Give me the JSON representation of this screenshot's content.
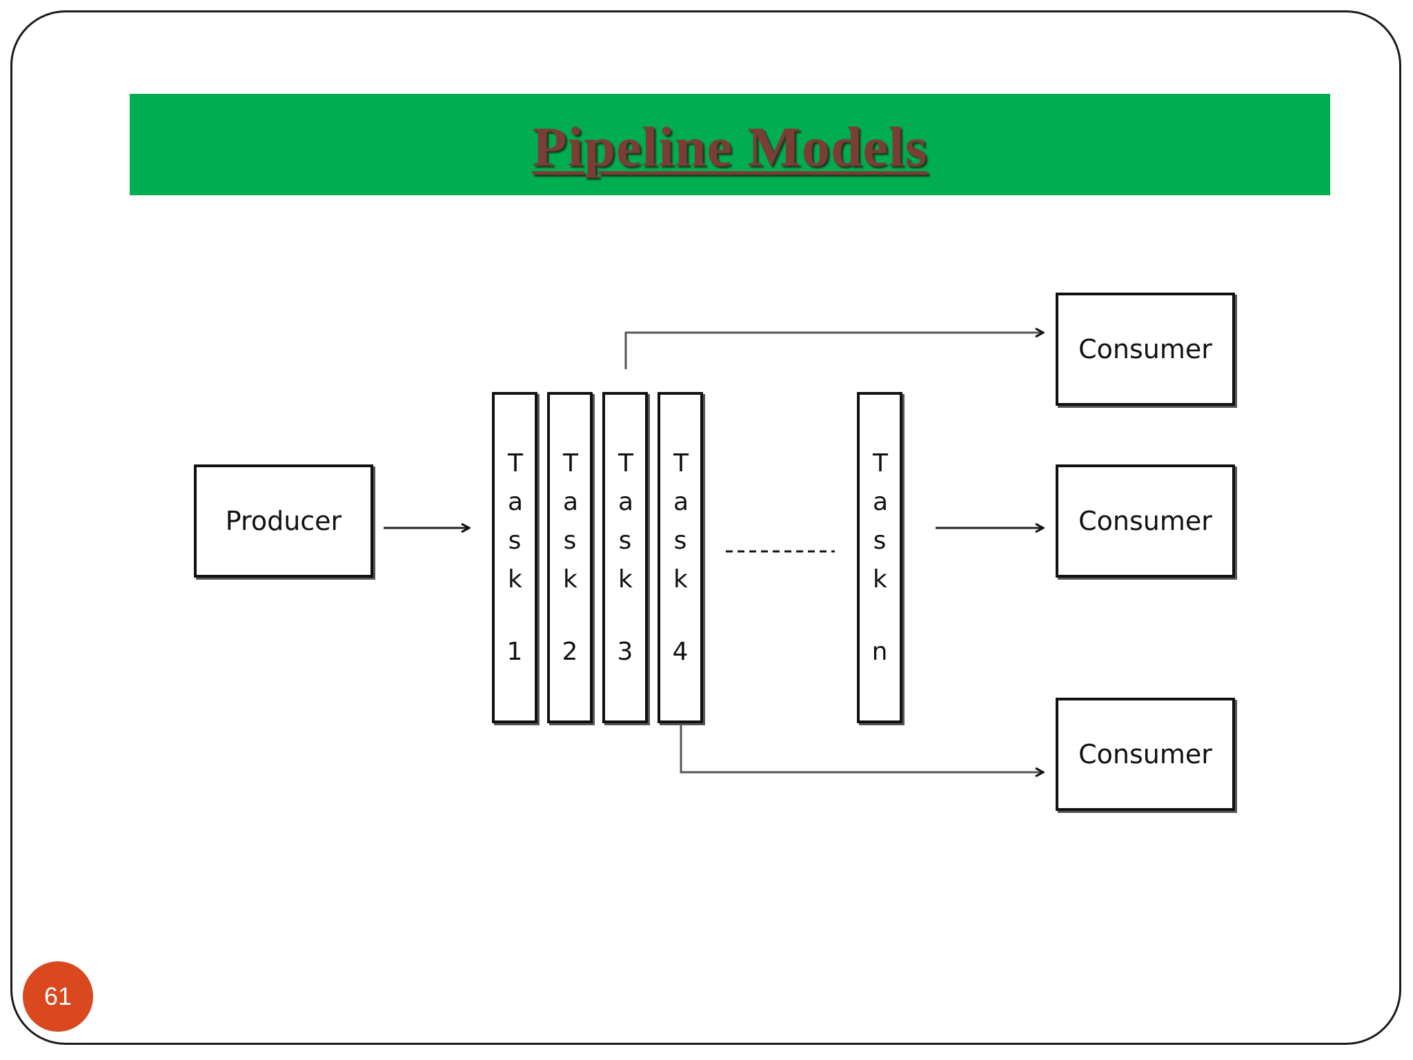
{
  "slide": {
    "title": "Pipeline Models",
    "page_number": "61"
  },
  "diagram": {
    "producer": "Producer",
    "tasks": [
      {
        "word": "Task",
        "num": "1"
      },
      {
        "word": "Task",
        "num": "2"
      },
      {
        "word": "Task",
        "num": "3"
      },
      {
        "word": "Task",
        "num": "4"
      },
      {
        "word": "Task",
        "num": "n"
      }
    ],
    "consumers": [
      "Consumer",
      "Consumer",
      "Consumer"
    ]
  },
  "colors": {
    "title_bar": "#00ad50",
    "title_text": "#7b3d35",
    "page_badge": "#d9481f"
  }
}
